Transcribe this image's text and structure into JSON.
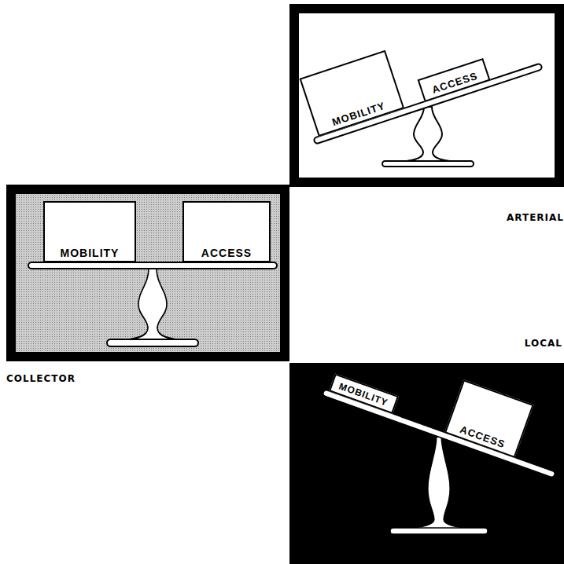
{
  "diagram": {
    "nodes": [
      {
        "text": [
          "ARTERIAL"
        ]
      },
      {
        "text": [
          "MOBILITY"
        ],
        "in": 0
      },
      {
        "text": [
          "ACCESS"
        ],
        "in": 0
      },
      {
        "text": [
          "COLLECTOR"
        ]
      },
      {
        "text": [
          "MOBILITY"
        ],
        "in": 3
      },
      {
        "text": [
          "ACCESS"
        ],
        "in": 3
      },
      {
        "text": [
          "LOCAL"
        ]
      },
      {
        "text": [
          "MOBILITY"
        ],
        "in": 6
      },
      {
        "text": [
          "ACCESS"
        ],
        "in": 6
      }
    ]
  }
}
